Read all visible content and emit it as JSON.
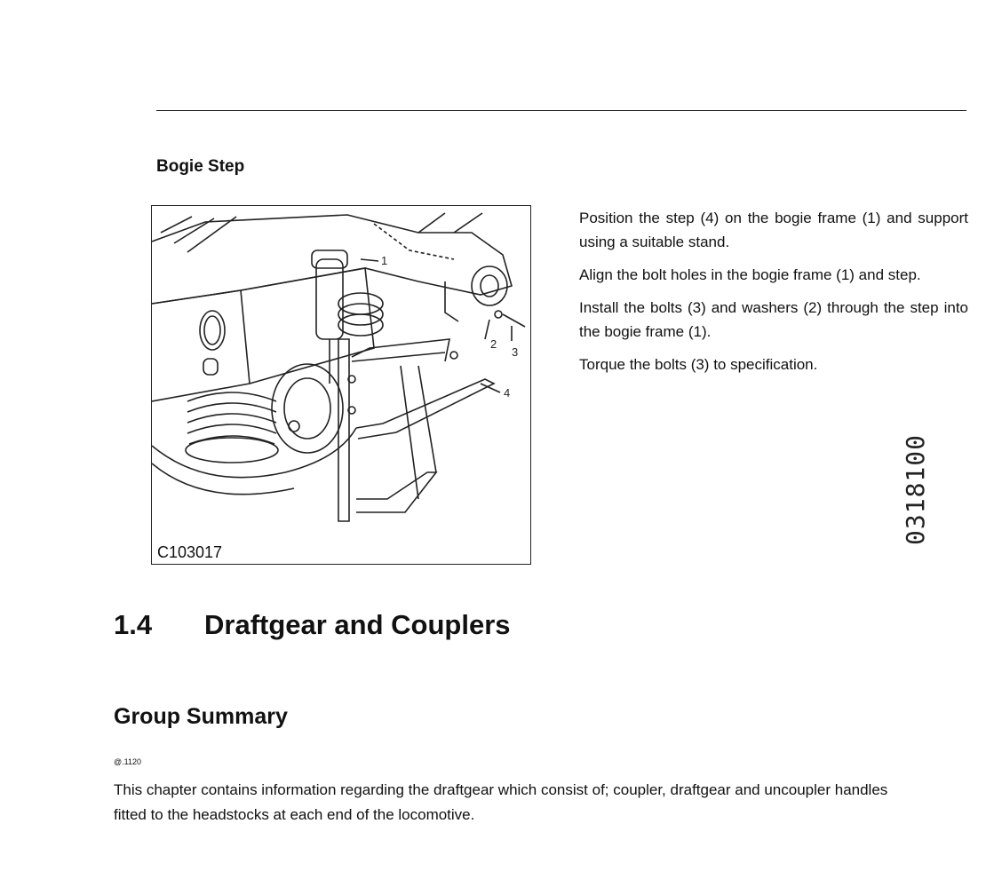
{
  "section": {
    "title": "Bogie Step"
  },
  "figure": {
    "label": "C103017",
    "callouts": [
      "1",
      "2",
      "3",
      "4"
    ]
  },
  "steps": [
    "Position the step (4) on the bogie frame (1) and support using a suitable stand.",
    "Align the bolt holes in the bogie frame (1) and step.",
    "Install the bolts (3) and washers (2) through the step into the bogie frame (1).",
    "Torque the bolts (3) to specification."
  ],
  "stamp": "0318100",
  "chapter": {
    "number": "1.4",
    "title": "Draftgear and Couplers"
  },
  "group": {
    "title": "Group Summary",
    "ref": "@.1120",
    "text": "This chapter contains information regarding the draftgear which consist of; coupler, draftgear and uncoupler handles fitted to the headstocks at each end of the locomotive."
  }
}
